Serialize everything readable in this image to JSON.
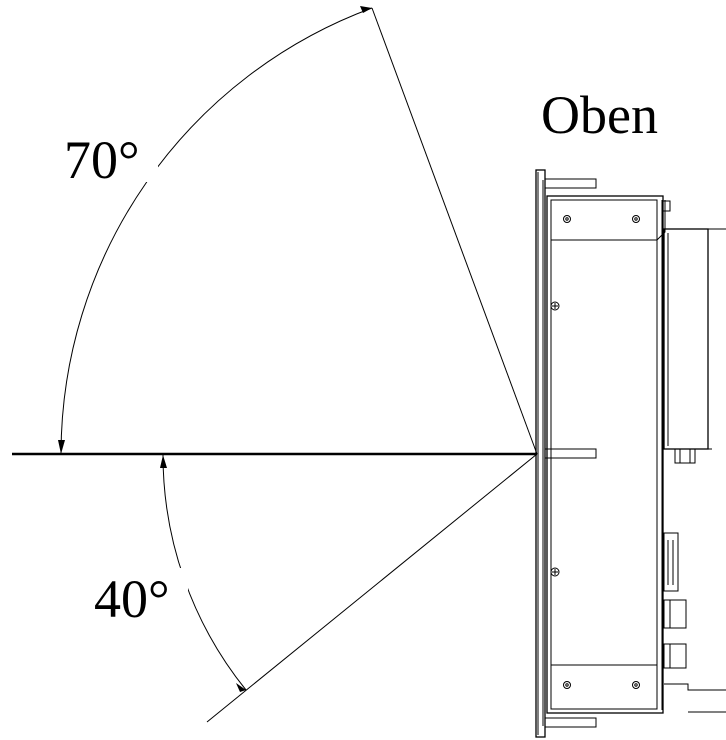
{
  "diagram": {
    "labels": {
      "angle_up": "70°",
      "angle_down": "40°",
      "orientation": "Oben"
    }
  }
}
